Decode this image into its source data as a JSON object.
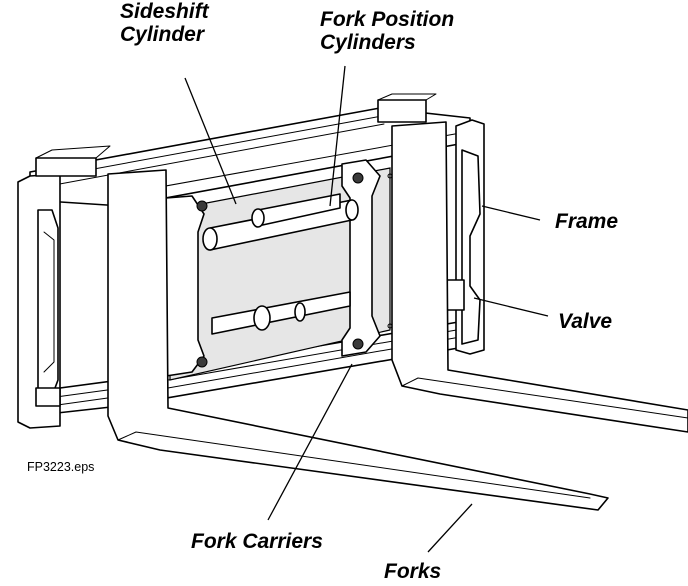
{
  "figure": {
    "id_label": "FP3223.eps"
  },
  "callouts": {
    "sideshift_cylinder": {
      "line1": "Sideshift",
      "line2": "Cylinder"
    },
    "fork_position_cylinders": {
      "line1": "Fork Position",
      "line2": "Cylinders"
    },
    "frame": "Frame",
    "valve": "Valve",
    "fork_carriers": "Fork Carriers",
    "forks": "Forks"
  }
}
